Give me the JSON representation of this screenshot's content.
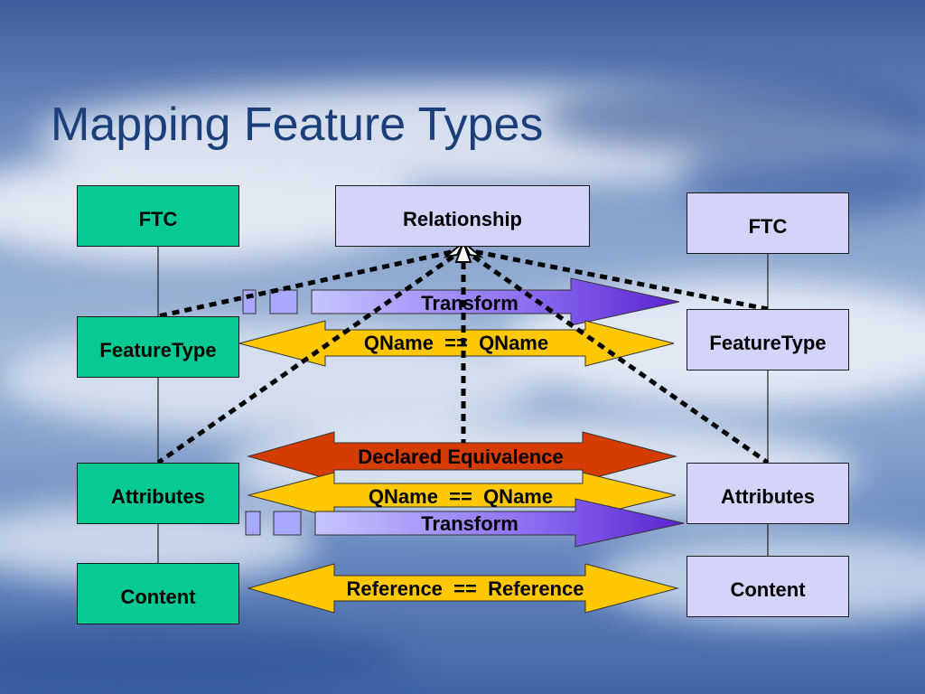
{
  "slide": {
    "title": "Mapping Feature Types"
  },
  "left_column": {
    "ftc": "FTC",
    "featuretype": "FeatureType",
    "attributes": "Attributes",
    "content": "Content"
  },
  "center": {
    "relationship": "Relationship"
  },
  "right_column": {
    "ftc": "FTC",
    "featuretype": "FeatureType",
    "attributes": "Attributes",
    "content": "Content"
  },
  "arrows": {
    "transform_top": "Transform",
    "qname_top": "QName  ==  QName",
    "declared_equivalence": "Declared Equivalence",
    "qname_bottom": "QName  ==  QName",
    "transform_bottom": "Transform",
    "reference": "Reference  ==  Reference"
  },
  "colors": {
    "green_box": "#06c994",
    "lavender_box": "#d4d4fb",
    "yellow_arrow": "#ffc800",
    "red_arrow": "#d43c00",
    "purple_arrow": "#6a3ce0",
    "title": "#1b3f7a"
  }
}
